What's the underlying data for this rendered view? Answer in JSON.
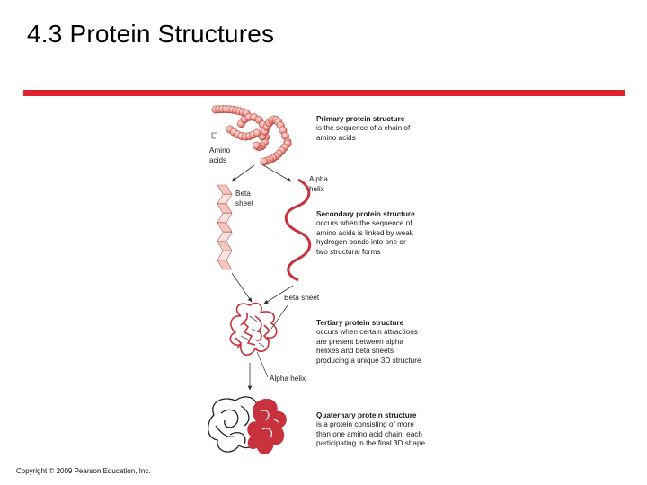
{
  "title": "4.3  Protein Structures",
  "colors": {
    "rule": "#e0202e",
    "protein": "#c8323c",
    "bead_light": "#f2a7a2"
  },
  "labels": {
    "amino_acids": [
      "Amino",
      "acids"
    ],
    "beta_sheet_small": [
      "Beta",
      "sheet"
    ],
    "alpha_helix_small": [
      "Alpha",
      "helix"
    ],
    "beta_sheet": "Beta sheet",
    "alpha_helix": "Alpha helix"
  },
  "structures": [
    {
      "heading": "Primary protein structure",
      "lines": [
        "is the sequence of a chain of",
        "amino acids"
      ]
    },
    {
      "heading": "Secondary protein structure",
      "lines": [
        "occurs when the sequence of",
        "amino acids is linked by weak",
        "hydrogen bonds into one or",
        "two structural forms"
      ]
    },
    {
      "heading": "Tertiary protein structure",
      "lines": [
        "occurs when certain attractions",
        "are present between alpha",
        "helixes and beta sheets",
        "producing a unique 3D structure"
      ]
    },
    {
      "heading": "Quaternary protein structure",
      "lines": [
        "is a protein consisting of more",
        "than one amino acid chain, each",
        "participating in the final 3D shape"
      ]
    }
  ],
  "copyright": "Copyright © 2009 Pearson Education, Inc."
}
